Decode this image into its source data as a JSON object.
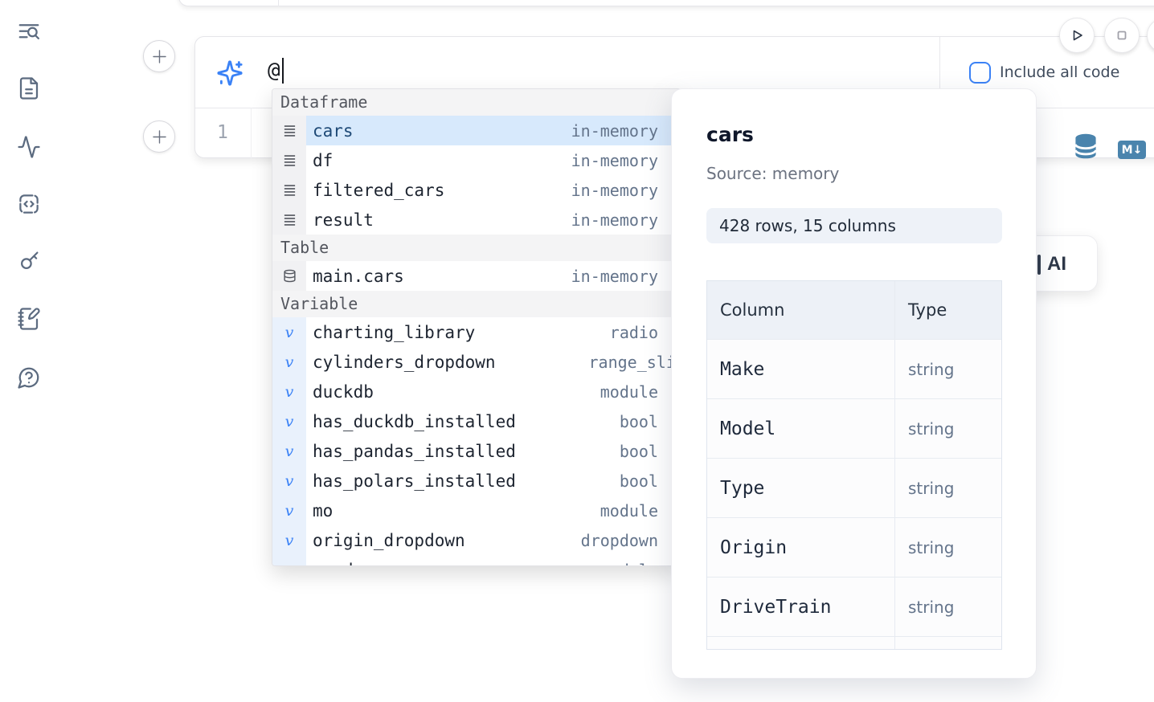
{
  "colors": {
    "accent_blue": "#3b82f6",
    "steel_blue": "#4a84ad",
    "selection_bg": "#d7e9fc"
  },
  "sidebar": {
    "icons": [
      "list-search",
      "file-text",
      "activity",
      "code-square-dashed",
      "key",
      "notebook-pen",
      "help-chat"
    ]
  },
  "cell": {
    "ai_prompt_value": "@",
    "include_all_code_label": "Include all code",
    "line_number": "1",
    "markdown_icon_label": "M↓"
  },
  "autocomplete": {
    "variable_icon_glyph": "v",
    "sections": [
      {
        "label": "Dataframe",
        "kind": "dataframe",
        "items": [
          {
            "name": "cars",
            "value": "in-memory",
            "selected": true
          },
          {
            "name": "df",
            "value": "in-memory"
          },
          {
            "name": "filtered_cars",
            "value": "in-memory"
          },
          {
            "name": "result",
            "value": "in-memory"
          }
        ]
      },
      {
        "label": "Table",
        "kind": "table",
        "items": [
          {
            "name": "main.cars",
            "value": "in-memory"
          }
        ]
      },
      {
        "label": "Variable",
        "kind": "variable",
        "items": [
          {
            "name": "charting_library",
            "value": "radio"
          },
          {
            "name": "cylinders_dropdown",
            "value": "range_slider",
            "overflow": true
          },
          {
            "name": "duckdb",
            "value": "module"
          },
          {
            "name": "has_duckdb_installed",
            "value": "bool"
          },
          {
            "name": "has_pandas_installed",
            "value": "bool"
          },
          {
            "name": "has_polars_installed",
            "value": "bool"
          },
          {
            "name": "mo",
            "value": "module"
          },
          {
            "name": "origin_dropdown",
            "value": "dropdown"
          },
          {
            "name": "pandas",
            "value": "module"
          }
        ]
      }
    ]
  },
  "ai_card": {
    "label": "AI"
  },
  "preview": {
    "title": "cars",
    "source": "Source: memory",
    "shape_badge": "428 rows, 15 columns",
    "table": {
      "headers": [
        "Column",
        "Type"
      ],
      "rows": [
        [
          "Make",
          "string"
        ],
        [
          "Model",
          "string"
        ],
        [
          "Type",
          "string"
        ],
        [
          "Origin",
          "string"
        ],
        [
          "DriveTrain",
          "string"
        ]
      ],
      "clipped_extra_row": true
    }
  }
}
